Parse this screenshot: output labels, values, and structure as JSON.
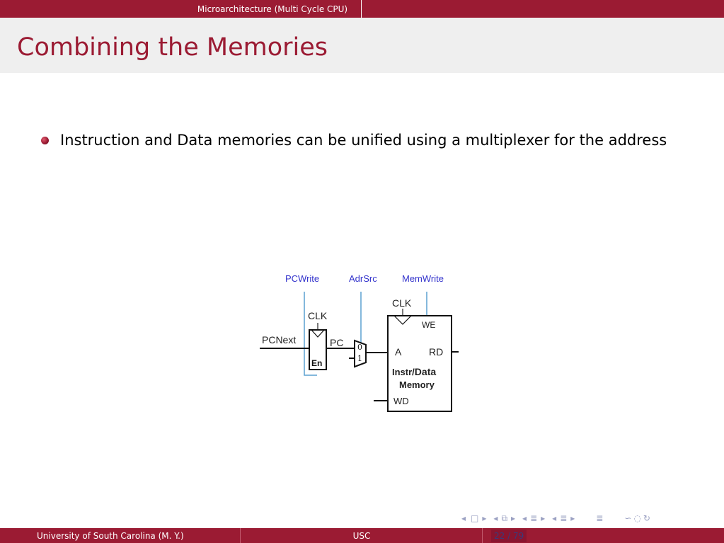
{
  "header": {
    "section": "Microarchitecture (Multi Cycle CPU)"
  },
  "slide": {
    "title": "Combining the Memories",
    "bullets": [
      "Instruction and Data memories can be unified using a multiplexer for the address"
    ]
  },
  "diagram": {
    "pcwrite": "PCWrite",
    "adrsrc": "AdrSrc",
    "memwrite": "MemWrite",
    "clk_reg": "CLK",
    "clk_mem": "CLK",
    "pcnext": "PCNext",
    "pc": "PC",
    "en": "En",
    "mux0": "0",
    "mux1": "1",
    "we": "WE",
    "a": "A",
    "rd": "RD",
    "mem_line1_a": "Instr/",
    "mem_line1_b": "Data",
    "mem_line2": "Memory",
    "wd": "WD",
    "signal_color": "#3333cc",
    "wire_color": "#5aa0d0"
  },
  "footer": {
    "left": "University of South Carolina  (M. Y.)",
    "middle": "USC",
    "page": "22 / 79"
  }
}
